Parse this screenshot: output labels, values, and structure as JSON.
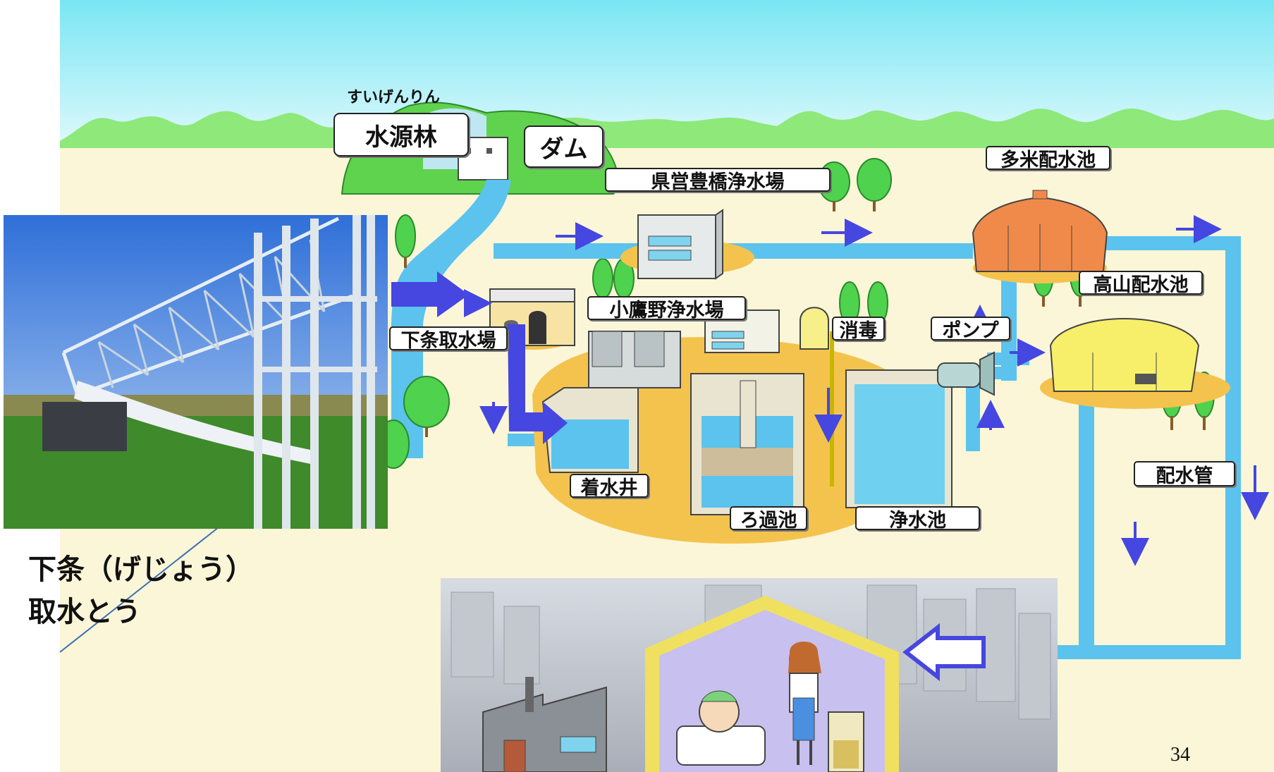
{
  "labels": {
    "suigenrin_reading": "すいげんりん",
    "suigenrin": "水源林",
    "dam": "ダム",
    "kenei_plant": "県営豊橋浄水場",
    "tamai_reservoir": "多米配水池",
    "takayama_reservoir": "高山配水池",
    "otakano_plant": "小鷹野浄水場",
    "gejo_intake": "下条取水場",
    "disinfection": "消毒",
    "pump": "ポンプ",
    "receiving_well": "着水井",
    "filter_basin": "ろ過池",
    "clear_water_basin": "浄水池",
    "distribution_pipe": "配水管"
  },
  "photo_caption": {
    "line1": "下条（げじょう）",
    "line2": "取水とう"
  },
  "page_number": "34",
  "colors": {
    "sky_top": "#7fe8f5",
    "sky_bottom": "#d8f8fb",
    "mountain": "#8ee87a",
    "ground": "#fbf6d8",
    "water": "#5bc3ee",
    "plant_base": "#f4c34d",
    "arrow": "#4646e0",
    "tamai_dome": "#f08a4a",
    "takayama_dome": "#f7ef6a"
  }
}
